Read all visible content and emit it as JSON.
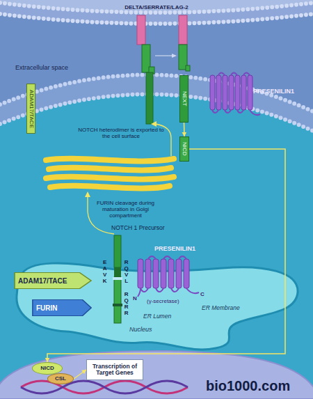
{
  "diagram": {
    "nodes": [
      {
        "text": [
          "ADAM17/TACE"
        ]
      },
      {
        "text": [
          "NEXT"
        ]
      },
      {
        "text": [
          "NICD"
        ]
      },
      {
        "text": [
          "ADAM17/TACE"
        ]
      },
      {
        "text": [
          "FURIN"
        ]
      },
      {
        "text": [
          "NICD"
        ]
      },
      {
        "text": [
          "CSL"
        ]
      },
      {
        "text": [
          "Transcription of Target Genes"
        ]
      }
    ],
    "edges": [
      {
        "from": 1,
        "to": 2,
        "arrow": "to"
      },
      {
        "from": 2,
        "to": 5,
        "arrow": "to"
      },
      {
        "from": 6,
        "to": 7,
        "arrow": "to"
      }
    ],
    "labels": [
      "DELTA/SERRATE/LAG-2",
      "Extracellular space",
      "PRESENILIN1",
      "NOTCH heterodimer is exported to the cell surface",
      "FURIN cleavage during maturation in Golgi compartment",
      "NOTCH 1 Precursor",
      "PRESENILIN1",
      "EAVK",
      "RQVL",
      "RQRR",
      "N",
      "(γ-secretase)",
      "C",
      "ER Membrane",
      "ER Lumen",
      "Nucleus",
      "bio1000.com"
    ]
  }
}
